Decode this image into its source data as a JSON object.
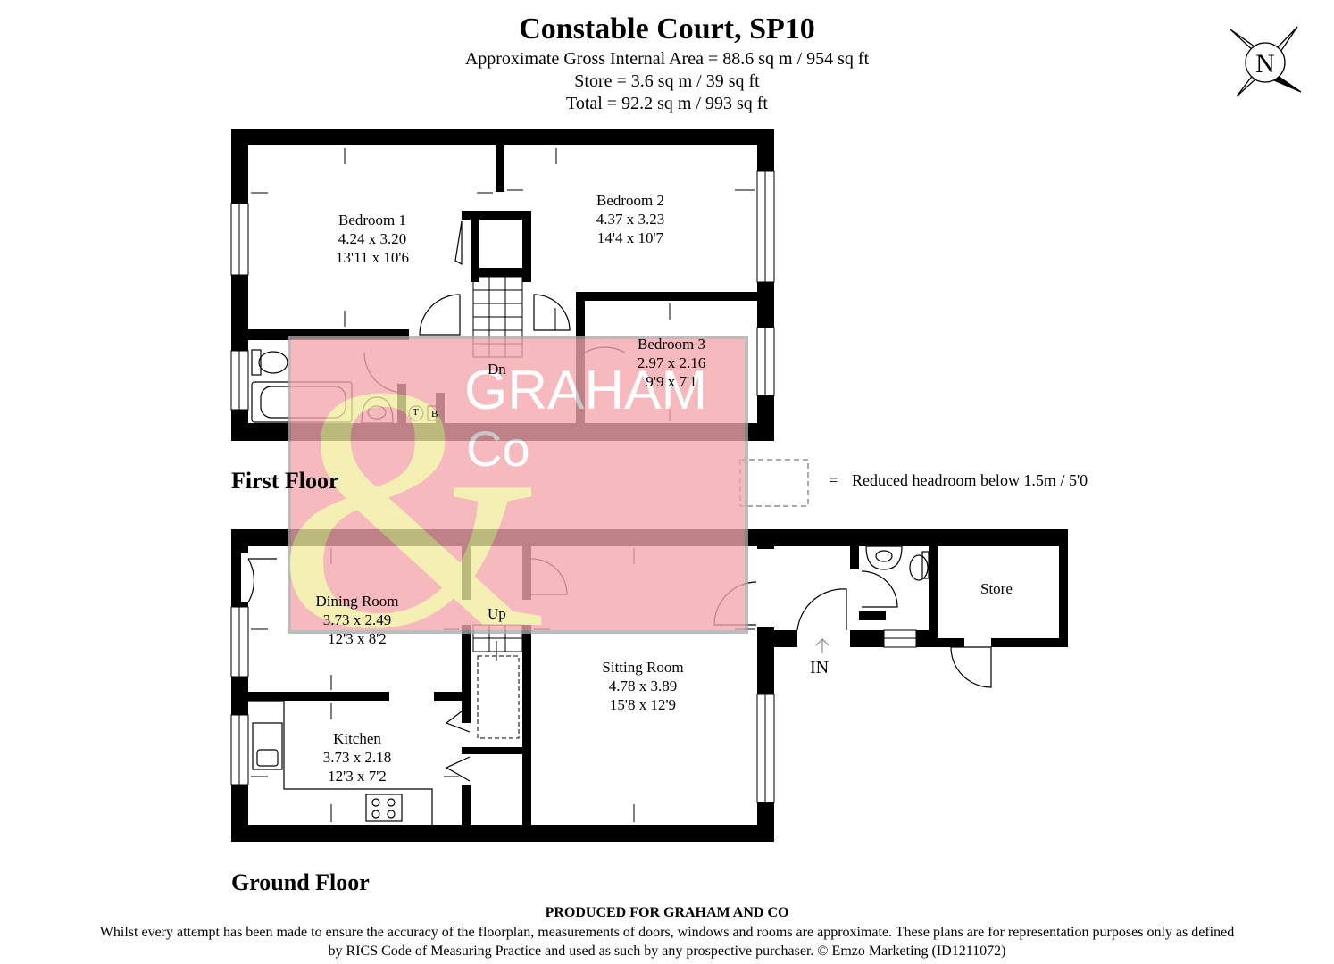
{
  "header": {
    "title": "Constable Court, SP10",
    "area_line": "Approximate Gross Internal Area = 88.6 sq m / 954 sq ft",
    "store_line": "Store = 3.6 sq m / 39 sq ft",
    "total_line": "Total = 92.2 sq m / 993 sq ft"
  },
  "compass": {
    "label": "N",
    "icon": "compass-rose-icon"
  },
  "floors": {
    "first": "First Floor",
    "ground": "Ground Floor"
  },
  "rooms": {
    "bedroom1": {
      "name": "Bedroom 1",
      "metric": "4.24 x 3.20",
      "imperial": "13'11 x 10'6"
    },
    "bedroom2": {
      "name": "Bedroom 2",
      "metric": "4.37 x 3.23",
      "imperial": "14'4 x 10'7"
    },
    "bedroom3": {
      "name": "Bedroom 3",
      "metric": "2.97 x 2.16",
      "imperial": "9'9 x 7'1"
    },
    "dining": {
      "name": "Dining Room",
      "metric": "3.73 x 2.49",
      "imperial": "12'3 x 8'2"
    },
    "sitting": {
      "name": "Sitting Room",
      "metric": "4.78 x 3.89",
      "imperial": "15'8 x 12'9"
    },
    "kitchen": {
      "name": "Kitchen",
      "metric": "3.73 x 2.18",
      "imperial": "12'3 x 7'2"
    },
    "store": {
      "name": "Store"
    }
  },
  "labels": {
    "stairs_down": "Dn",
    "stairs_up": "Up",
    "entrance": "IN",
    "tank": "T",
    "boiler": "B"
  },
  "legend": {
    "equals": "=",
    "text": "Reduced headroom below 1.5m / 5'0"
  },
  "watermark": {
    "text1": "GRAHAM",
    "text2": "Co",
    "symbol": "&",
    "color_box": "#f4a6ad",
    "color_symbol": "#f1eda0"
  },
  "footer": {
    "produced": "PRODUCED FOR GRAHAM AND CO",
    "disclaimer": "Whilst every attempt has been made to ensure the accuracy of the floorplan, measurements of doors, windows and rooms are approximate. These plans are for representation purposes only as defined by RICS Code of Measuring Practice and used as such by any prospective purchaser. © Emzo Marketing (ID1211072)"
  }
}
